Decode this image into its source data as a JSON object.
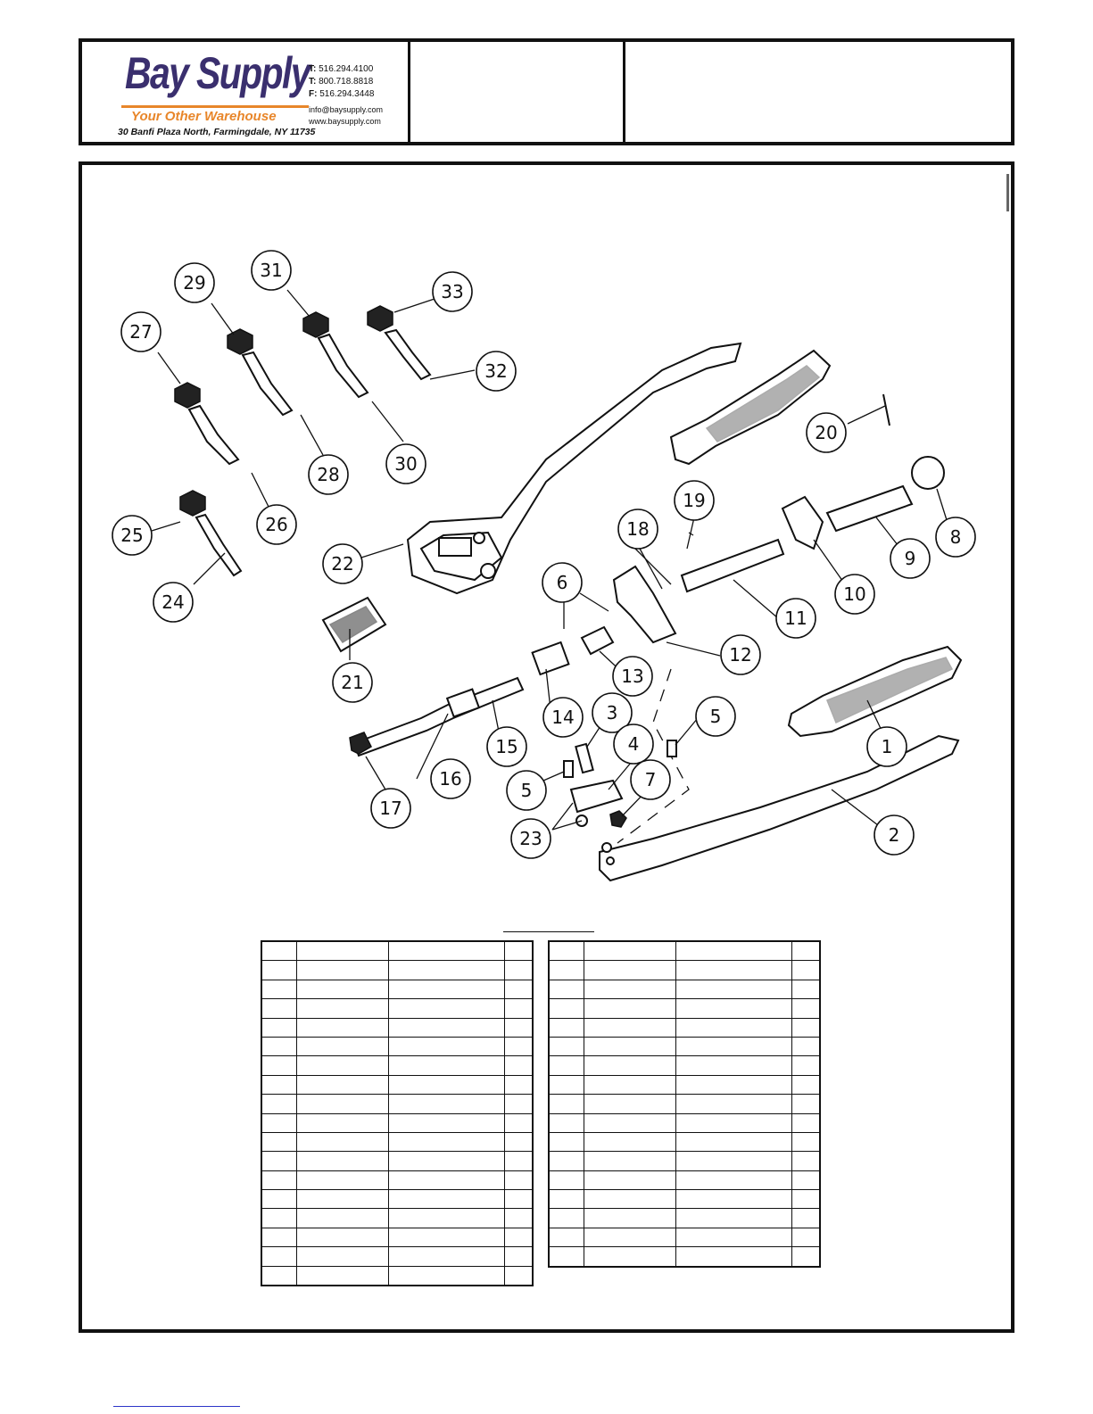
{
  "header": {
    "logo": "Bay Supply",
    "tagline": "Your Other Warehouse",
    "address": "30 Banfi Plaza North, Farmingdale, NY 11735",
    "contacts": [
      {
        "label": "T:",
        "value": "516.294.4100"
      },
      {
        "label": "T:",
        "value": "800.718.8818"
      },
      {
        "label": "F:",
        "value": "516.294.3448"
      }
    ],
    "email": "info@baysupply.com",
    "website": "www.baysupply.com",
    "brand_color": "#3a2f6e",
    "accent_color": "#e8862a"
  },
  "diagram": {
    "callouts": [
      "1",
      "2",
      "3",
      "4",
      "5",
      "5",
      "6",
      "7",
      "8",
      "9",
      "10",
      "11",
      "12",
      "13",
      "14",
      "15",
      "16",
      "17",
      "18",
      "19",
      "20",
      "21",
      "22",
      "23",
      "24",
      "25",
      "26",
      "27",
      "28",
      "29",
      "30",
      "31",
      "32",
      "33"
    ]
  },
  "parts_tables": {
    "left_rows": 18,
    "right_rows": 17,
    "columns": 4
  }
}
